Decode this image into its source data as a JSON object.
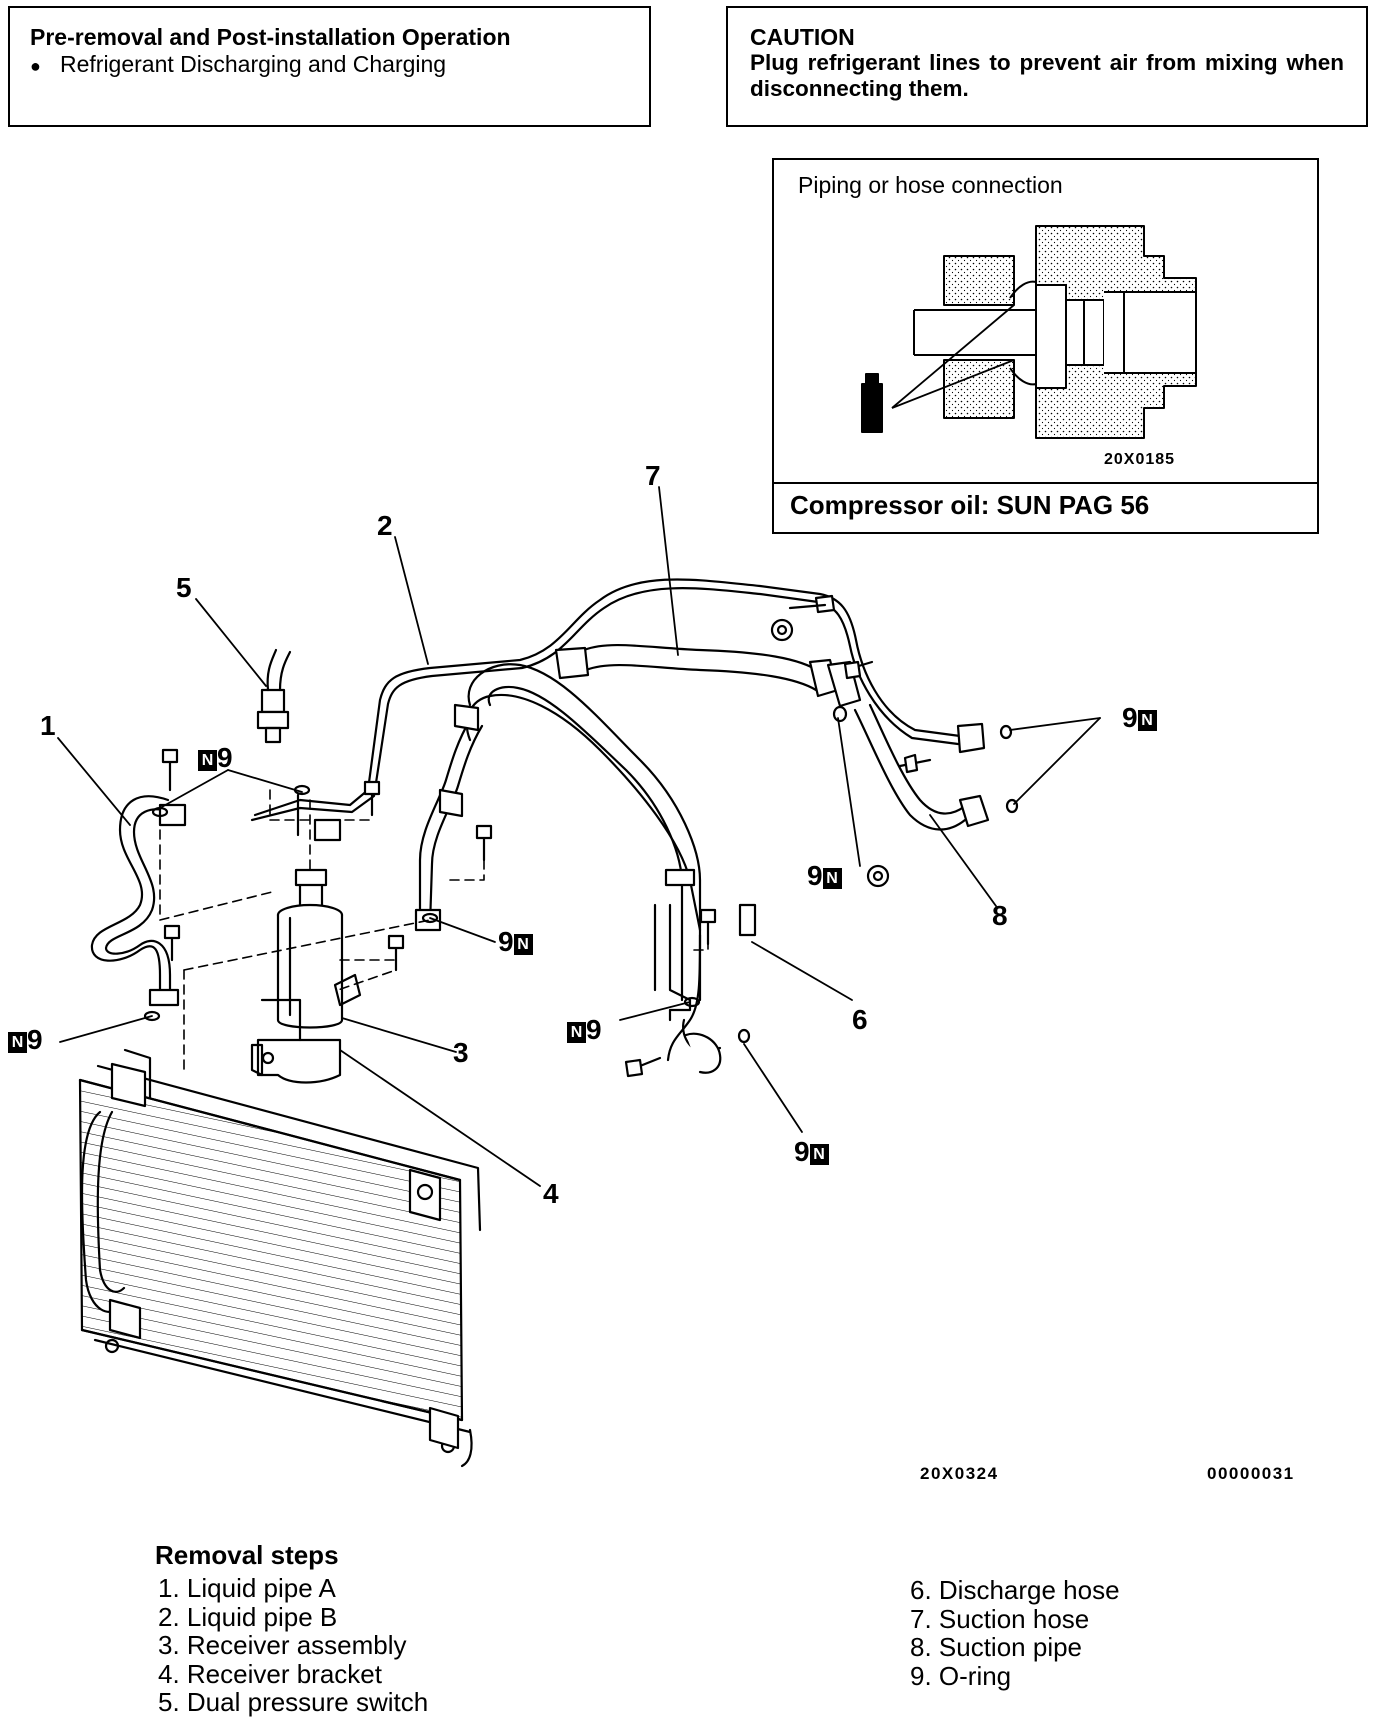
{
  "pre_removal": {
    "title": "Pre-removal and Post-installation Operation",
    "bullet": "●",
    "item": "Refrigerant Discharging and Charging"
  },
  "caution": {
    "title": "CAUTION",
    "text": "Plug refrigerant lines to prevent air from mixing when disconnecting them."
  },
  "inset": {
    "title": "Piping or hose connection",
    "code": "20X0185",
    "oil": "Compressor oil: SUN PAG 56"
  },
  "callouts": {
    "c1": "1",
    "c2": "2",
    "c3": "3",
    "c4": "4",
    "c5": "5",
    "c6": "6",
    "c7": "7",
    "c8": "8",
    "n9": "9",
    "badge": "N"
  },
  "figure_codes": {
    "left": "20X0324",
    "right": "00000031"
  },
  "removal": {
    "title": "Removal steps",
    "steps_left": [
      "1. Liquid pipe A",
      "2. Liquid pipe B",
      "3. Receiver assembly",
      "4. Receiver bracket",
      "5. Dual pressure switch"
    ],
    "steps_right": [
      "6. Discharge hose",
      "7. Suction hose",
      "8. Suction pipe",
      "9. O-ring"
    ]
  }
}
